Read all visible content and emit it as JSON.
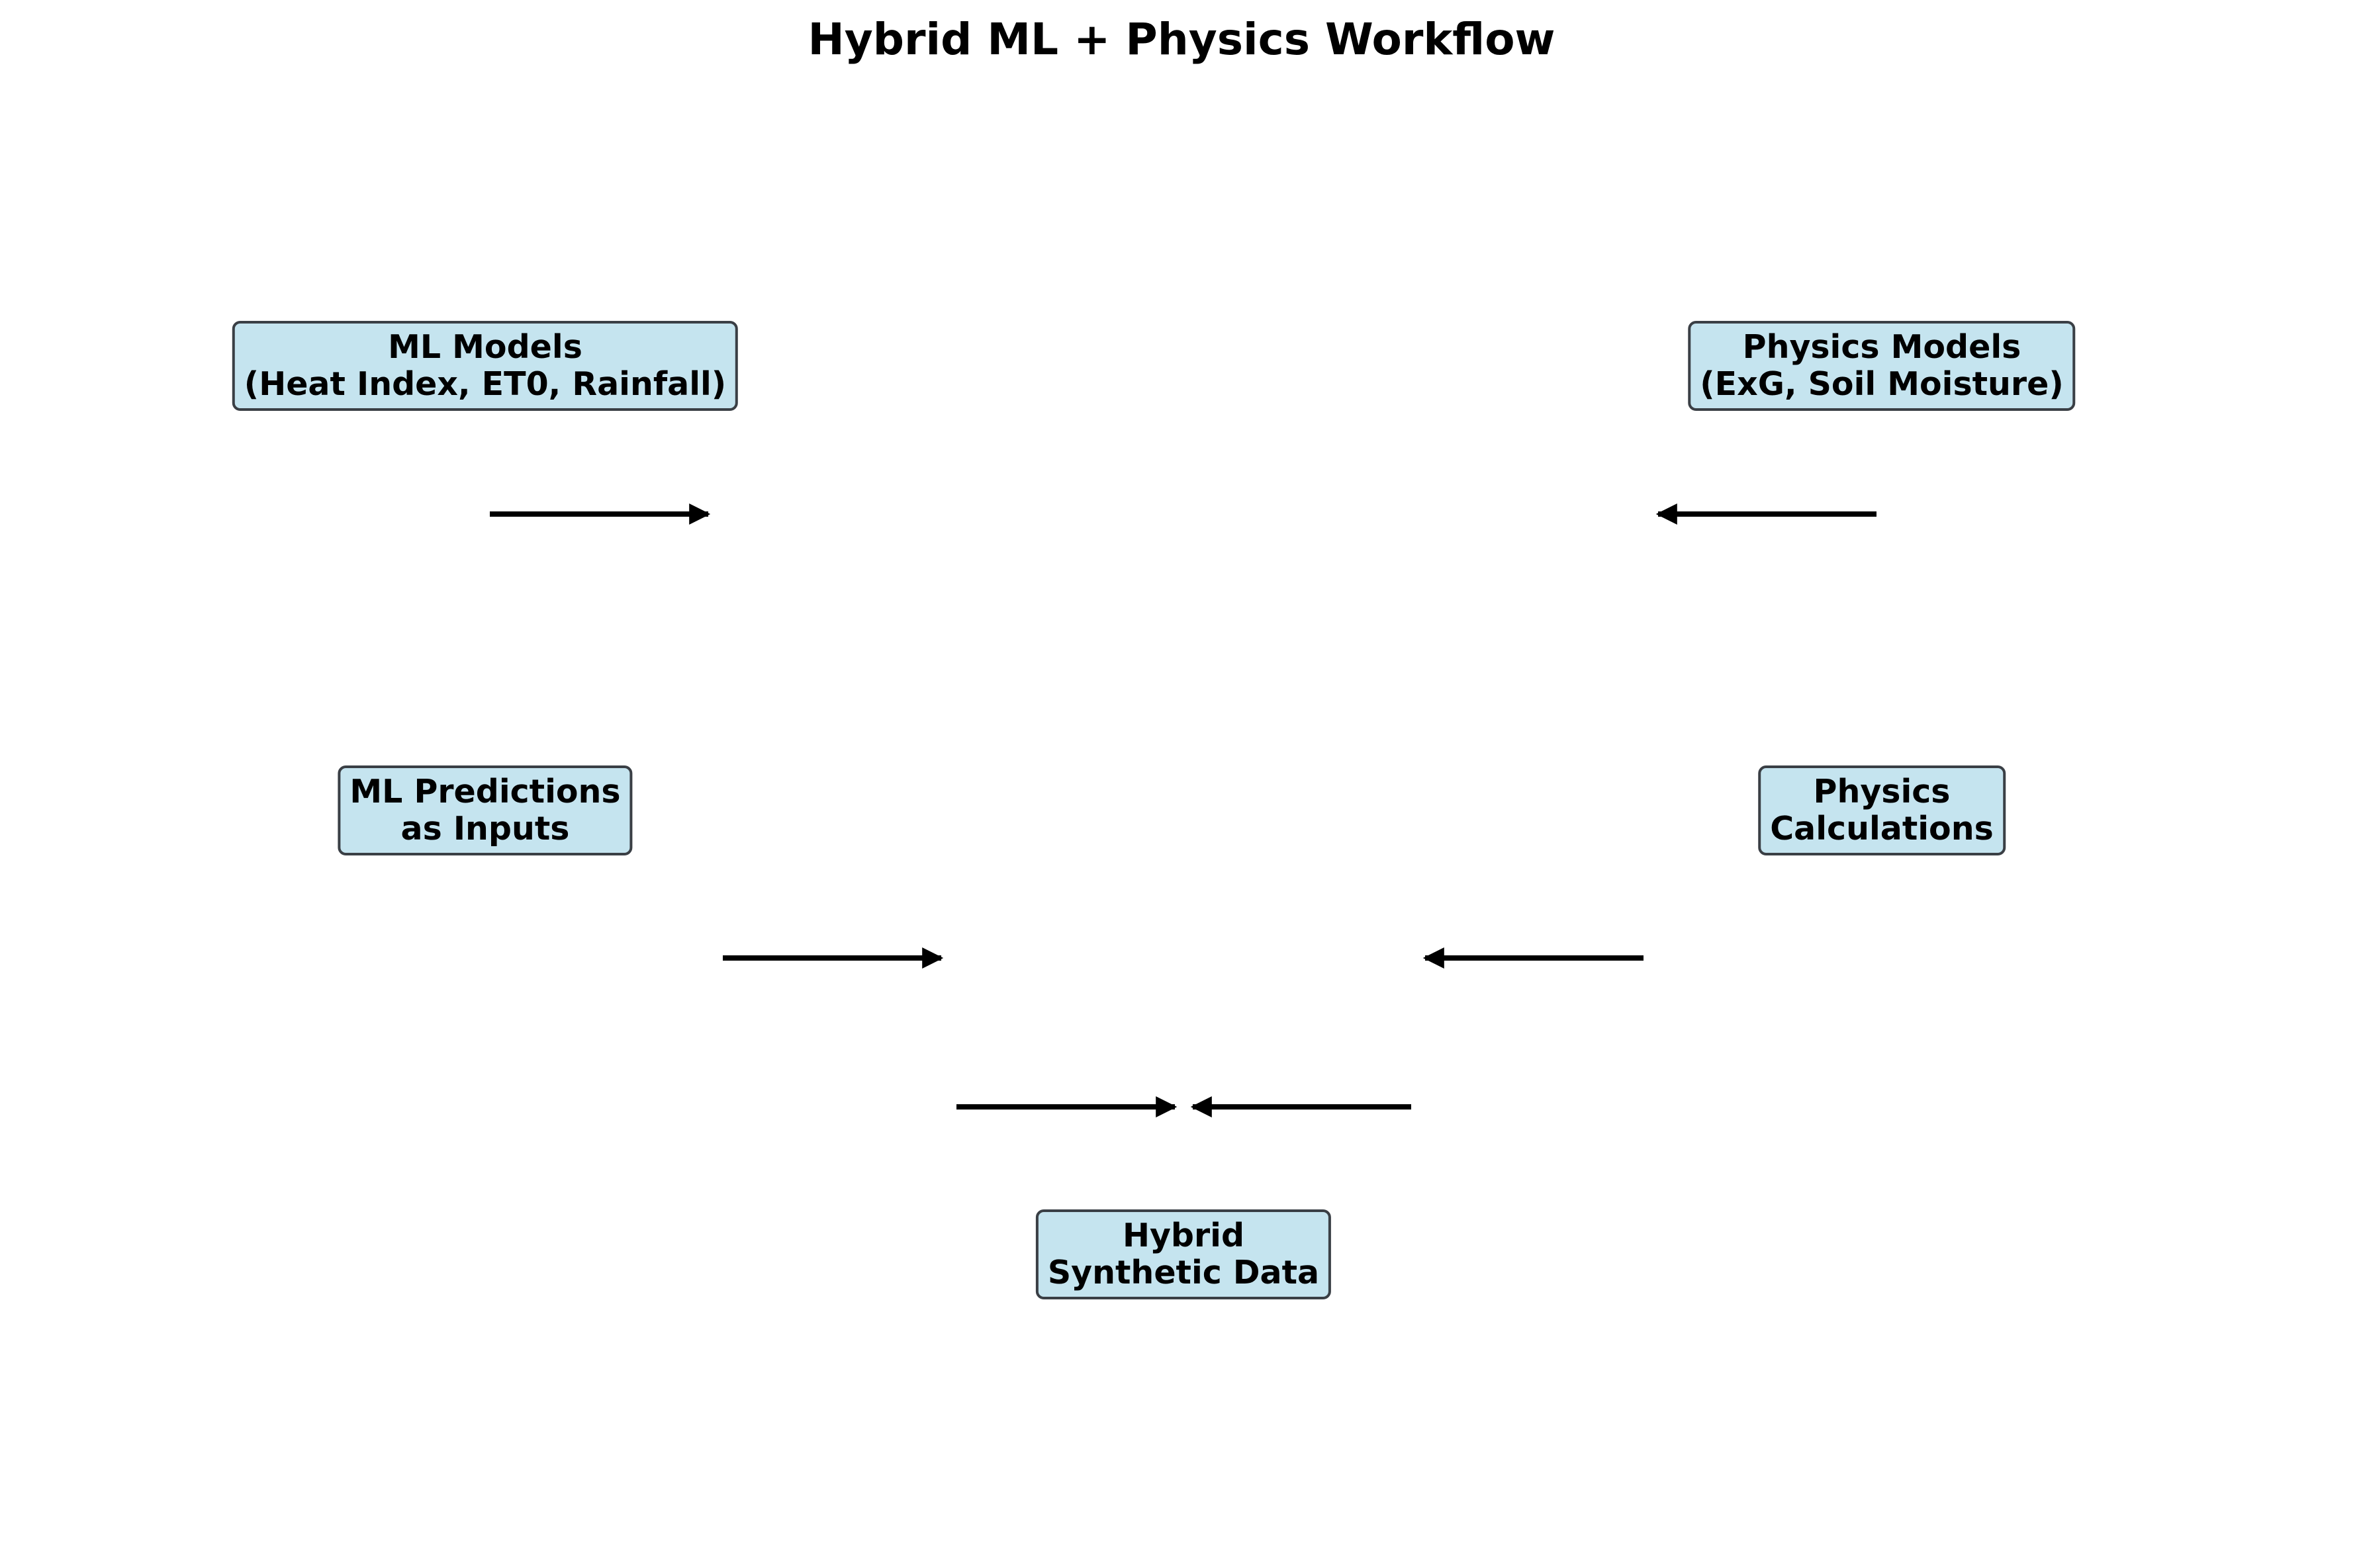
{
  "title": "Hybrid ML + Physics Workflow",
  "nodes": {
    "ml_models": {
      "line1": "ML Models",
      "line2": "(Heat Index, ET0, Rainfall)"
    },
    "physics_models": {
      "line1": "Physics Models",
      "line2": "(ExG, Soil Moisture)"
    },
    "ml_predictions": {
      "line1": "ML Predictions",
      "line2": "as Inputs"
    },
    "physics_calculations": {
      "line1": "Physics",
      "line2": "Calculations"
    },
    "hybrid_data": {
      "line1": "Hybrid",
      "line2": "Synthetic Data"
    }
  },
  "colors": {
    "box_fill": "#c5e4ef",
    "box_border": "#3a3f45",
    "arrow": "#000000"
  }
}
